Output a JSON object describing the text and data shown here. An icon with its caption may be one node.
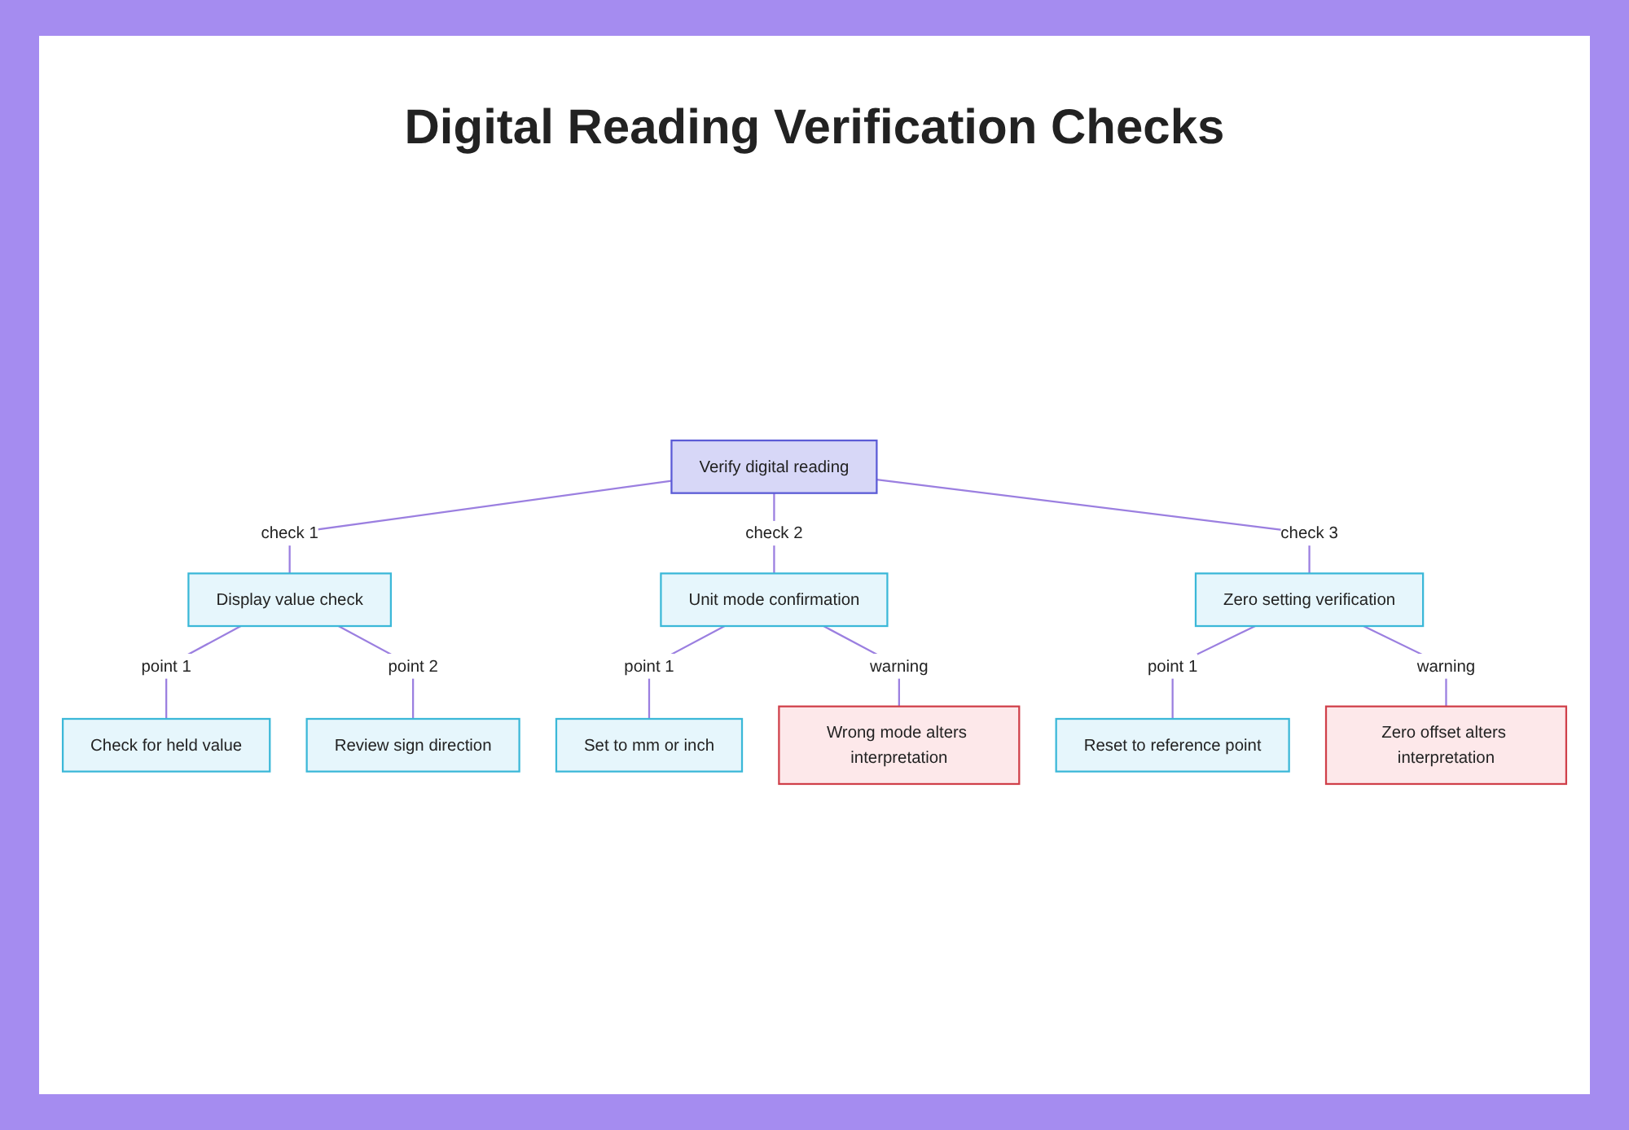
{
  "diagram": {
    "title": "Digital Reading Verification Checks",
    "nodes": [
      {
        "text": [
          "Verify digital reading"
        ]
      },
      {
        "text": [
          "Display value check"
        ]
      },
      {
        "text": [
          "Unit mode confirmation"
        ]
      },
      {
        "text": [
          "Zero setting verification"
        ]
      },
      {
        "text": [
          "Check for held value"
        ]
      },
      {
        "text": [
          "Review sign direction"
        ]
      },
      {
        "text": [
          "Set to mm or inch"
        ]
      },
      {
        "text": [
          "Wrong mode alters interpretation"
        ]
      },
      {
        "text": [
          "Reset to reference point"
        ]
      },
      {
        "text": [
          "Zero offset alters interpretation"
        ]
      }
    ],
    "edges": [
      {
        "from": 0,
        "to": 1,
        "arrow": "none",
        "label": "check 1"
      },
      {
        "from": 0,
        "to": 2,
        "arrow": "none",
        "label": "check 2"
      },
      {
        "from": 0,
        "to": 3,
        "arrow": "none",
        "label": "check 3"
      },
      {
        "from": 1,
        "to": 4,
        "arrow": "none",
        "label": "point 1"
      },
      {
        "from": 1,
        "to": 5,
        "arrow": "none",
        "label": "point 2"
      },
      {
        "from": 2,
        "to": 6,
        "arrow": "none",
        "label": "point 1"
      },
      {
        "from": 2,
        "to": 7,
        "arrow": "none",
        "label": "warning"
      },
      {
        "from": 3,
        "to": 8,
        "arrow": "none",
        "label": "point 1"
      },
      {
        "from": 3,
        "to": 9,
        "arrow": "none",
        "label": "warning"
      }
    ]
  }
}
